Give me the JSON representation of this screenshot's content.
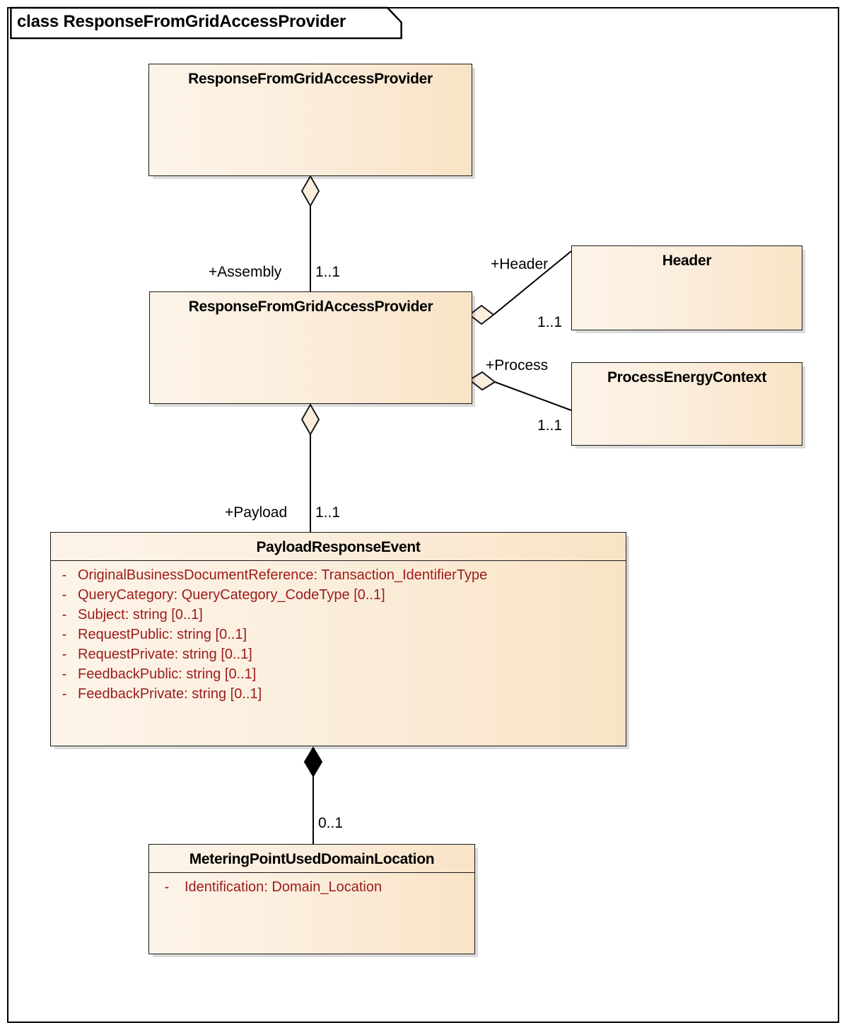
{
  "frame": {
    "keyword": "class",
    "title": "ResponseFromGridAccessProvider",
    "label": "class ResponseFromGridAccessProvider"
  },
  "classes": {
    "root": {
      "name": "ResponseFromGridAccessProvider",
      "attributes": []
    },
    "assembly": {
      "name": "ResponseFromGridAccessProvider",
      "attributes": []
    },
    "header": {
      "name": "Header",
      "attributes": []
    },
    "process": {
      "name": "ProcessEnergyContext",
      "attributes": []
    },
    "payload": {
      "name": "PayloadResponseEvent",
      "attributes": [
        {
          "visibility": "-",
          "text": "OriginalBusinessDocumentReference: Transaction_IdentifierType"
        },
        {
          "visibility": "-",
          "text": "QueryCategory: QueryCategory_CodeType [0..1]"
        },
        {
          "visibility": "-",
          "text": "Subject: string [0..1]"
        },
        {
          "visibility": "-",
          "text": "RequestPublic: string [0..1]"
        },
        {
          "visibility": "-",
          "text": "RequestPrivate: string [0..1]"
        },
        {
          "visibility": "-",
          "text": "FeedbackPublic: string [0..1]"
        },
        {
          "visibility": "-",
          "text": "FeedbackPrivate: string [0..1]"
        }
      ]
    },
    "metering": {
      "name": "MeteringPointUsedDomainLocation",
      "attributes": [
        {
          "visibility": "-",
          "text": "Identification: Domain_Location"
        }
      ]
    }
  },
  "associations": {
    "assembly": {
      "role": "+Assembly",
      "multiplicity": "1..1"
    },
    "header": {
      "role": "+Header",
      "multiplicity": "1..1"
    },
    "process": {
      "role": "+Process",
      "multiplicity": "1..1"
    },
    "payload": {
      "role": "+Payload",
      "multiplicity": "1..1"
    },
    "metering": {
      "role": "",
      "multiplicity": "0..1"
    }
  },
  "colors": {
    "class_fill_light": "#fdf4e9",
    "class_fill_dark": "#f9e3c6",
    "class_border": "#1a1a1a",
    "attribute_text": "#9b1b1b",
    "class_name_text": "#000000",
    "frame_border": "#000000",
    "connector": "#000000"
  }
}
